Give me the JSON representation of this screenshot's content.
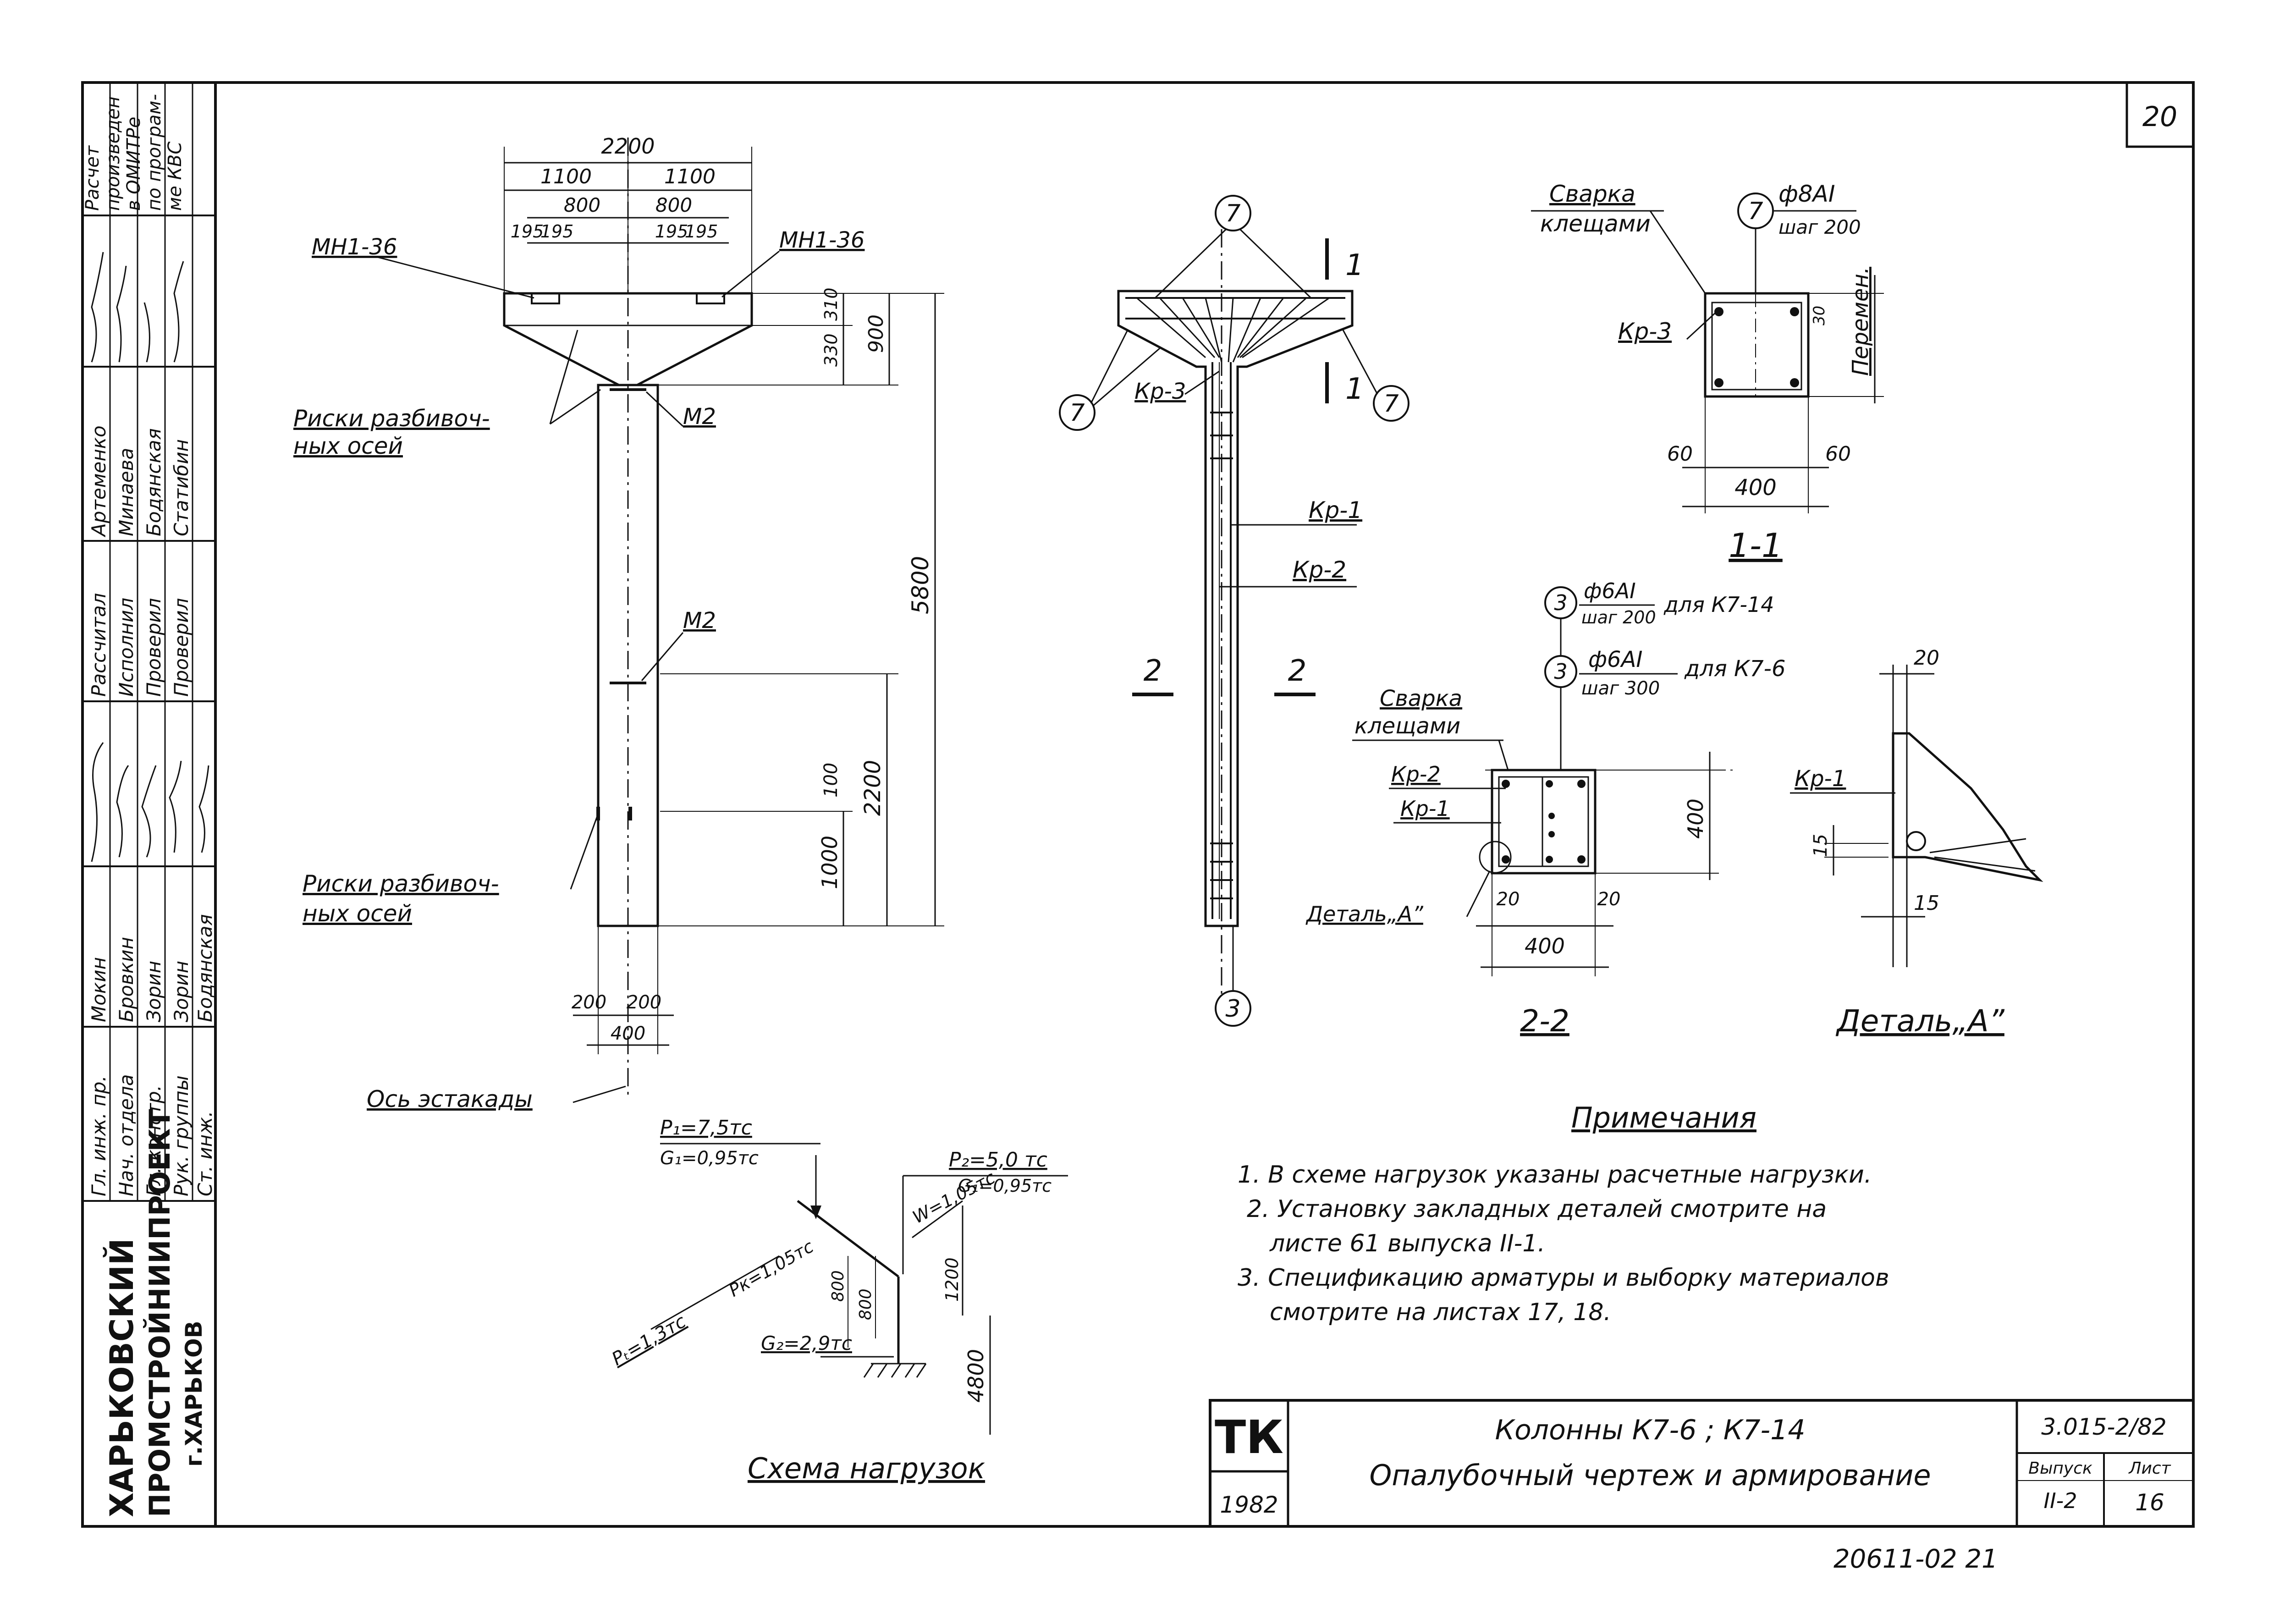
{
  "sheet_number": "20",
  "side_block": {
    "org": [
      "ХАРЬКОВСКИЙ",
      "ПРОМСТРОЙНИИПРОЕКТ",
      "г.ХАРЬКОВ"
    ],
    "roles": [
      "Гл. инж. пр.",
      "Нач. отдела",
      "Гл. констр.",
      "Рук. группы",
      "Ст. инж."
    ],
    "names_a": [
      "Мокин",
      "Бровкин",
      "Зорин",
      "Зорин",
      "Бодянская"
    ],
    "roles2": [
      "Рассчитал",
      "Исполнил",
      "Проверил",
      "Проверил"
    ],
    "names_b": [
      "Артеменко",
      "Минаева",
      "Бодянская",
      "Статибин"
    ],
    "calc_note": [
      "Расчет",
      "произведен",
      "в ОМИТРе",
      "по програм-",
      "ме КВС"
    ]
  },
  "column_view": {
    "dims_top": [
      "2200",
      "1100",
      "1100",
      "800",
      "800",
      "195",
      "195",
      "195",
      "195"
    ],
    "mark_mn": [
      "МН1-36",
      "МН1-36"
    ],
    "mark_m2": [
      "М2",
      "М2"
    ],
    "axis_label_1": [
      "Риски разбивоч-",
      "ных осей"
    ],
    "axis_label_2": [
      "Риски разбивоч-",
      "ных осей"
    ],
    "dims_right": [
      "330",
      "310",
      "900",
      "5800",
      "2200",
      "100",
      "1000"
    ],
    "dims_bottom": [
      "200",
      "200",
      "400"
    ],
    "axis_estakady": "Ось эстакады"
  },
  "section_view": {
    "marker": "7",
    "section_mark": "1",
    "kr_labels": [
      "Кр-3",
      "Кр-1",
      "Кр-2"
    ],
    "section_2": "2",
    "bottom_marker": "3"
  },
  "section_11": {
    "weld": [
      "Сварка",
      "клещами"
    ],
    "marker": "7",
    "rebar": "ф8АI",
    "step": "шаг 200",
    "kr": "Кр-3",
    "dims": [
      "30",
      "60",
      "60",
      "400"
    ],
    "variable": "Перемен.",
    "title": "1-1"
  },
  "section_22": {
    "marker": "3",
    "rebar_a": "ф6АI",
    "step_a": "шаг 200",
    "for_a": "для К7-14",
    "rebar_b": "ф6АI",
    "step_b": "шаг 300",
    "for_b": "для К7-6",
    "weld": [
      "Сварка",
      "клещами"
    ],
    "kr": [
      "Кр-2",
      "Кр-1"
    ],
    "detail_ref": "Деталь„А”",
    "dims": [
      "20",
      "20",
      "400",
      "400"
    ],
    "title": "2-2"
  },
  "detail_a": {
    "kr": "Кр-1",
    "dims": [
      "20",
      "15",
      "15"
    ],
    "title": "Деталь„А”"
  },
  "load_scheme": {
    "p1": "P₁=7,5тс",
    "g1": "G₁=0,95тс",
    "p2": "P₂=5,0 тс",
    "g1b": "G₁=0,95тс",
    "w": "W=1,05тс",
    "pt": "Pₜ=1,3тс",
    "pk": "Pк=1,05тс",
    "g2": "G₂=2,9тс",
    "dims": [
      "800",
      "800",
      "1200",
      "4800"
    ],
    "title": "Схема нагрузок"
  },
  "notes": {
    "title": "Примечания",
    "lines": [
      "1. В схеме нагрузок указаны расчетные нагрузки.",
      "2. Установку закладных деталей смотрите на",
      "листе 61 выпуска II-1.",
      "3. Спецификацию арматуры и выборку материалов",
      "смотрите на листах 17, 18."
    ]
  },
  "title_block": {
    "logo": "ТК",
    "year": "1982",
    "title1": "Колонны К7-6 ; К7-14",
    "title2": "Опалубочный чертеж и армирование",
    "code": "3.015-2/82",
    "issue_label": "Выпуск",
    "issue": "II-2",
    "sheet_label": "Лист",
    "sheet": "16"
  },
  "stamp_bottom": "20611-02  21"
}
